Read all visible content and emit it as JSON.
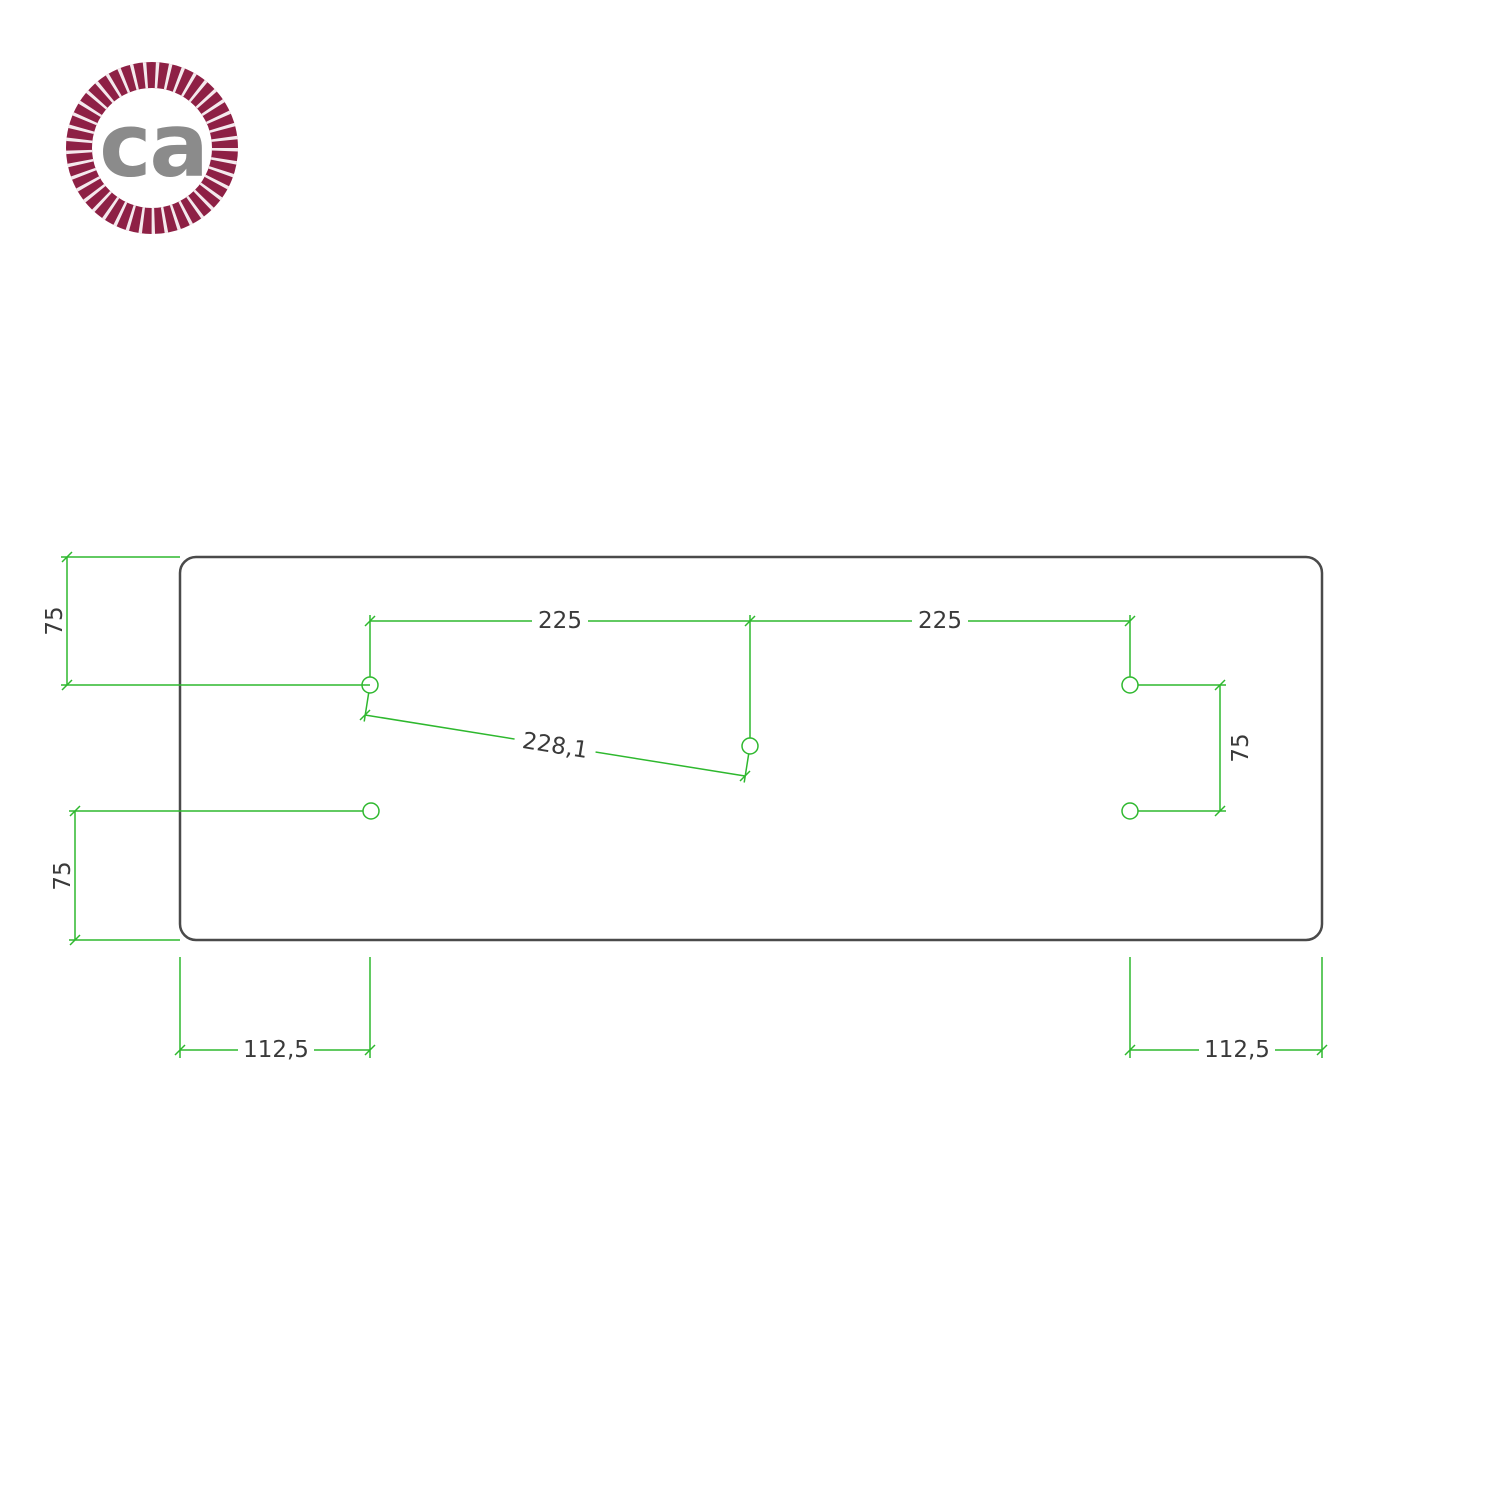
{
  "page": {
    "background": "#ffffff",
    "description": "Technical dimension drawing of a rectangular ceiling-rose mounting plate with five holes"
  },
  "logo": {
    "text": "ca",
    "ring_color": "#8e2045",
    "text_color": "#8b8b8b"
  },
  "colors": {
    "dimension_green": "#2eb82e",
    "plate_stroke": "#4a4a4a",
    "label_color": "#3a3a3a",
    "hole_stroke": "#2eb82e"
  },
  "drawing": {
    "dimensions": {
      "top_left_vertical": "75",
      "top_span_left": "225",
      "top_span_right": "225",
      "diagonal": "228,1",
      "right_vertical": "75",
      "bottom_left_vertical": "75",
      "bottom_left_span": "112,5",
      "bottom_right_span": "112,5"
    }
  }
}
